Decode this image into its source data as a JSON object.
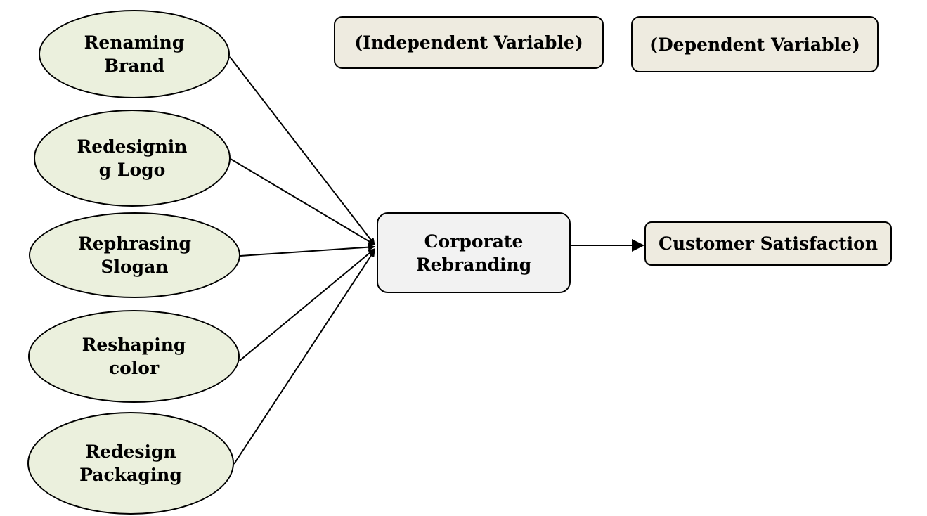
{
  "diagram": {
    "independent_label": "(Independent Variable)",
    "dependent_label": "(Dependent Variable)",
    "factors": [
      {
        "line1": "Renaming",
        "line2": "Brand"
      },
      {
        "line1": "Redesignin",
        "line2": "g Logo"
      },
      {
        "line1": "Rephrasing",
        "line2": "Slogan"
      },
      {
        "line1": "Reshaping",
        "line2": "color"
      },
      {
        "line1": "Redesign",
        "line2": "Packaging"
      }
    ],
    "center": {
      "line1": "Corporate",
      "line2": "Rebranding"
    },
    "outcome": "Customer Satisfaction",
    "colors": {
      "oval_fill": "#ebf0dd",
      "box_fill": "#eeebe0",
      "center_fill": "#f2f2f2",
      "stroke": "#000000"
    }
  }
}
